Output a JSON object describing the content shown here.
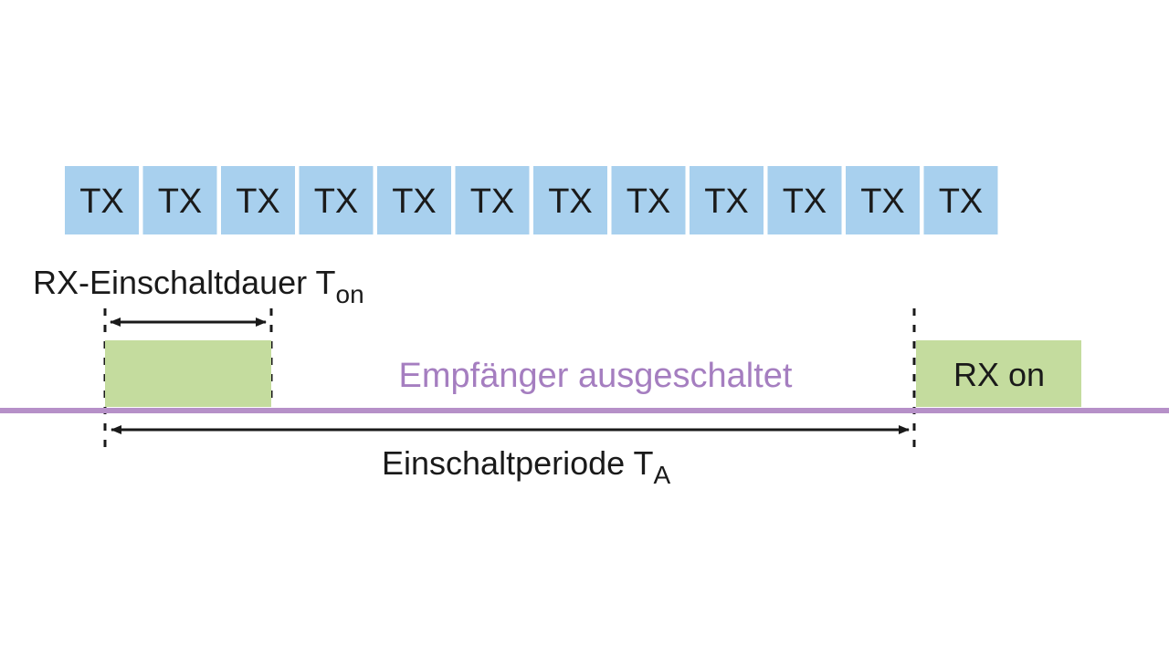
{
  "colors": {
    "tx_block_fill": "#a8d0ee",
    "rx_block_fill": "#c4dc9e",
    "receiver_off_line": "#b690c8",
    "receiver_off_text": "#a57ec0",
    "arrow": "#1a1a1a"
  },
  "tx_blocks": [
    "TX",
    "TX",
    "TX",
    "TX",
    "TX",
    "TX",
    "TX",
    "TX",
    "TX",
    "TX",
    "TX",
    "TX"
  ],
  "rx_on_duration": {
    "label": "RX-Einschaltdauer T",
    "subscript": "on"
  },
  "receiver_off_label": "Empfänger ausgeschaltet",
  "rx_on_label": "RX on",
  "period": {
    "label": "Einschaltperiode T",
    "subscript": "A"
  }
}
